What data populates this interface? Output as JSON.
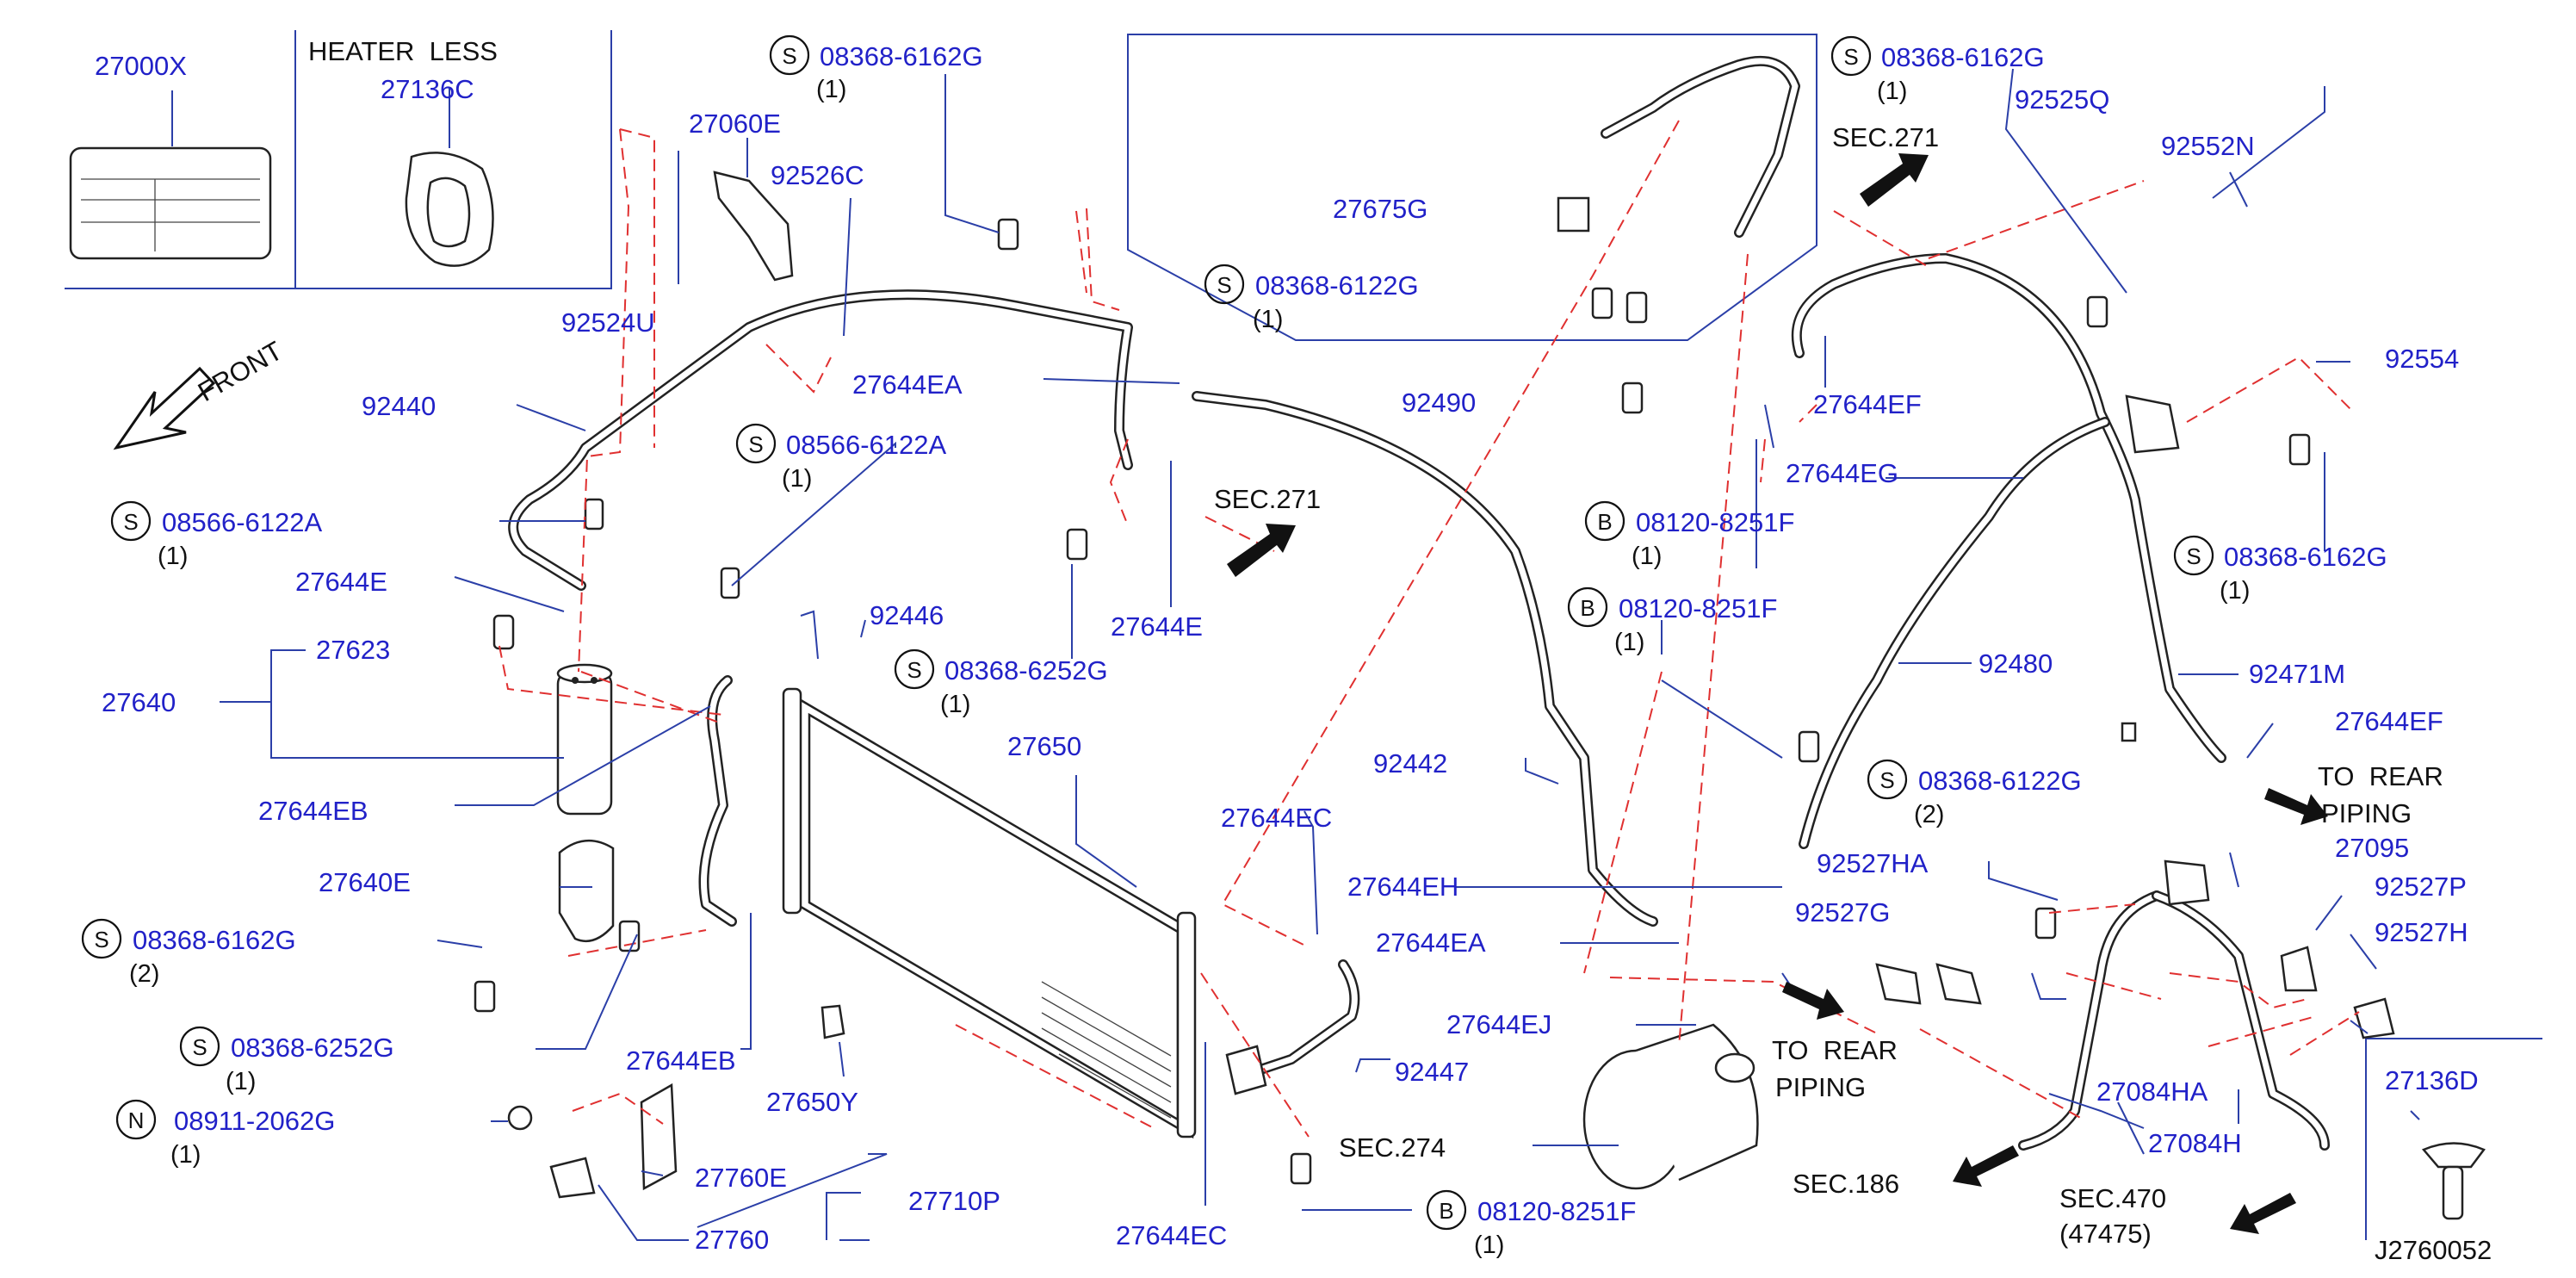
{
  "diagram_id": "J2760052",
  "notes": {
    "heater_less": "HEATER  LESS",
    "front": "FRONT"
  },
  "colors": {
    "label": "#2121c8",
    "leader": "#2b3fa8",
    "dashed_link": "#e03030",
    "line_art": "#222222"
  },
  "circle_letters": {
    "s": "S",
    "b": "B",
    "n": "N"
  },
  "parts": {
    "p27000X": "27000X",
    "p27136C": "27136C",
    "p27060E": "27060E",
    "p92526C": "92526C",
    "p92524U": "92524U",
    "p92440": "92440",
    "p27644EA_top": "27644EA",
    "p27644E_left": "27644E",
    "p27623": "27623",
    "p27640": "27640",
    "p92446": "92446",
    "p27644EB_top": "27644EB",
    "p27640E": "27640E",
    "p27644EB_bottom": "27644EB",
    "p27650": "27650",
    "p27650Y": "27650Y",
    "p27760E": "27760E",
    "p27760": "27760",
    "p27710P": "27710P",
    "p27644EC_bottom": "27644EC",
    "p27644E_mid": "27644E",
    "p27644EC_mid": "27644EC",
    "p92447": "92447",
    "p27675G": "27675G",
    "p92490": "92490",
    "p92442": "92442",
    "p27644EH": "27644EH",
    "p27644EA_mid": "27644EA",
    "p27644EJ": "27644EJ",
    "p27644EF_top": "27644EF",
    "p27644EG": "27644EG",
    "p92480": "92480",
    "p92525Q": "92525Q",
    "p92552N": "92552N",
    "p92554": "92554",
    "p92471M": "92471M",
    "p27644EF_right": "27644EF",
    "p27095": "27095",
    "p92527P": "92527P",
    "p92527H": "92527H",
    "p92527HA": "92527HA",
    "p92527G": "92527G",
    "p27084HA": "27084HA",
    "p27084H": "27084H",
    "p27136D": "27136D"
  },
  "fasteners": [
    {
      "letter": "S",
      "code": "08368-6162G",
      "qty": "(1)"
    },
    {
      "letter": "S",
      "code": "08566-6122A",
      "qty": "(1)"
    },
    {
      "letter": "S",
      "code": "08566-6122A",
      "qty": "(1)"
    },
    {
      "letter": "S",
      "code": "08368-6252G",
      "qty": "(1)"
    },
    {
      "letter": "S",
      "code": "08368-6122G",
      "qty": "(1)"
    },
    {
      "letter": "S",
      "code": "08368-6162G",
      "qty": "(1)"
    },
    {
      "letter": "B",
      "code": "08120-8251F",
      "qty": "(1)"
    },
    {
      "letter": "B",
      "code": "08120-8251F",
      "qty": "(1)"
    },
    {
      "letter": "S",
      "code": "08368-6162G",
      "qty": "(1)"
    },
    {
      "letter": "S",
      "code": "08368-6122G",
      "qty": "(2)"
    },
    {
      "letter": "S",
      "code": "08368-6162G",
      "qty": "(2)"
    },
    {
      "letter": "S",
      "code": "08368-6252G",
      "qty": "(1)"
    },
    {
      "letter": "N",
      "code": "08911-2062G",
      "qty": "(1)"
    },
    {
      "letter": "B",
      "code": "08120-8251F",
      "qty": "(1)"
    }
  ],
  "sections": {
    "sec271_top": "SEC.271",
    "sec271_mid": "SEC.271",
    "sec274": "SEC.274",
    "sec186": "SEC.186",
    "sec470": "SEC.470",
    "sec470_ref": "(47475)",
    "to_rear_1": "TO  REAR",
    "piping_1": "PIPING",
    "to_rear_2": "TO  REAR",
    "piping_2": "PIPING"
  }
}
